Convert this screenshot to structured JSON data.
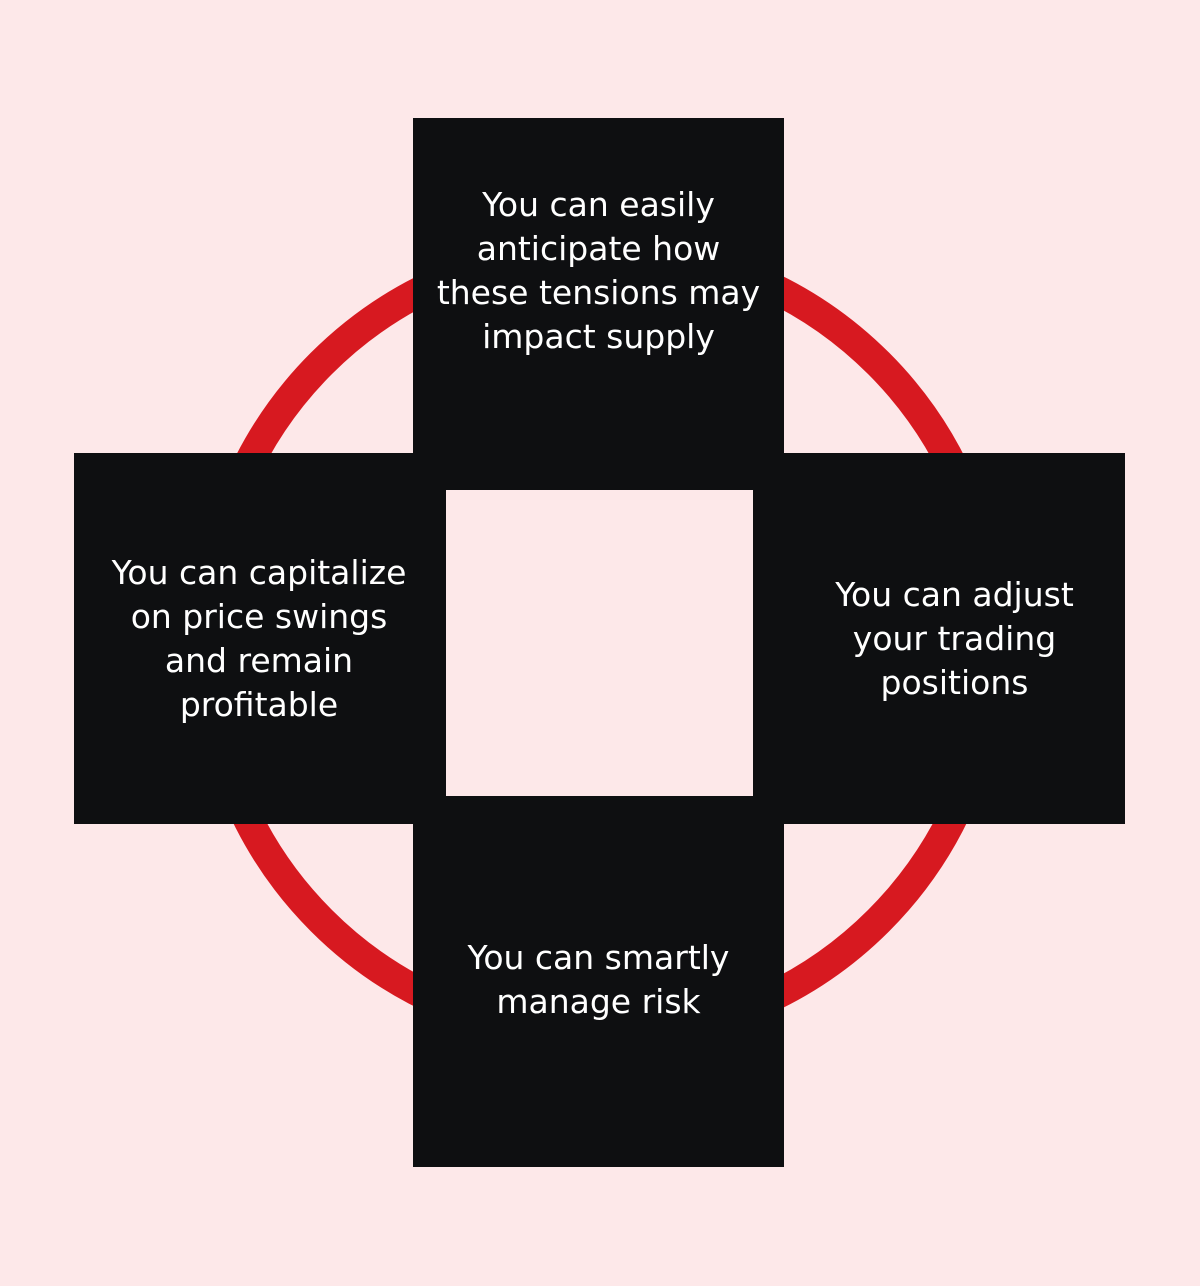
{
  "colors": {
    "background": "#fde8e9",
    "ring": "#d71920",
    "box": "#0e0f11",
    "text": "#ffffff"
  },
  "items": {
    "top": "You can easily anticipate how these tensions may impact supply",
    "left": "You can capitalize on price swings and remain profitable",
    "right": "You can adjust your trading positions",
    "bottom": "You can smartly manage risk"
  }
}
